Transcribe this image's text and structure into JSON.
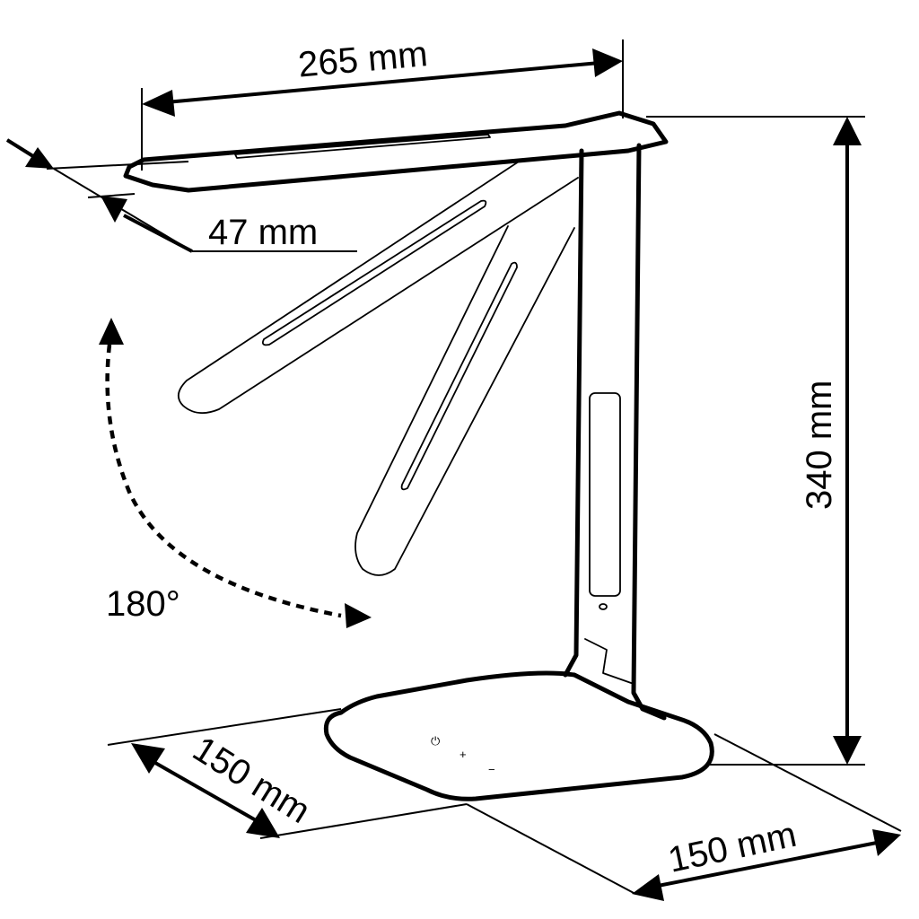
{
  "diagram": {
    "dimensions": {
      "arm_length": "265 mm",
      "arm_width": "47 mm",
      "height": "340 mm",
      "base_depth": "150 mm",
      "base_width": "150 mm",
      "rotation": "180°"
    },
    "base_buttons": {
      "power": "⏻",
      "plus": "+",
      "minus": "−"
    },
    "colors": {
      "line": "#000000",
      "background": "#ffffff"
    }
  }
}
